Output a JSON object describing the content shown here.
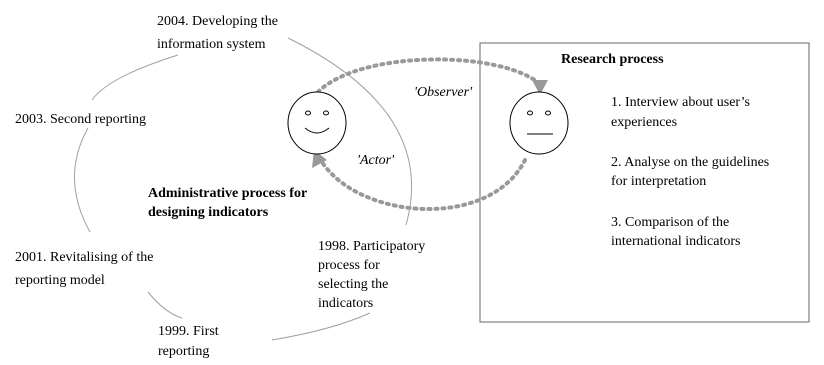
{
  "colors": {
    "line": "#a0a0a0",
    "arrow": "#999999",
    "box_border": "#666666",
    "face": "#000000",
    "text": "#000000"
  },
  "cycle": {
    "title_lines": [
      "Administrative process for",
      "designing indicators"
    ],
    "steps": [
      {
        "id": "2004",
        "lines": [
          "2004.  Developing the",
          "information system"
        ]
      },
      {
        "id": "2003",
        "lines": [
          "2003. Second reporting"
        ]
      },
      {
        "id": "2001",
        "lines": [
          "2001. Revitalising of the",
          "reporting model"
        ]
      },
      {
        "id": "1999",
        "lines": [
          "1999. First",
          "reporting"
        ]
      },
      {
        "id": "1998",
        "lines": [
          "1998. Participatory",
          "process for",
          "selecting the",
          "indicators"
        ]
      }
    ]
  },
  "roles": {
    "observer": "'Observer'",
    "actor": "'Actor'"
  },
  "faces": [
    {
      "id": "actor-face",
      "icon": "smiley-face-icon"
    },
    {
      "id": "researcher-face",
      "icon": "neutral-face-icon"
    }
  ],
  "research": {
    "title": "Research process",
    "items": [
      {
        "lines": [
          "1. Interview about user’s",
          "experiences"
        ]
      },
      {
        "lines": [
          "2. Analyse on the guidelines",
          "for interpretation"
        ]
      },
      {
        "lines": [
          "3. Comparison of the",
          "international indicators"
        ]
      }
    ]
  }
}
